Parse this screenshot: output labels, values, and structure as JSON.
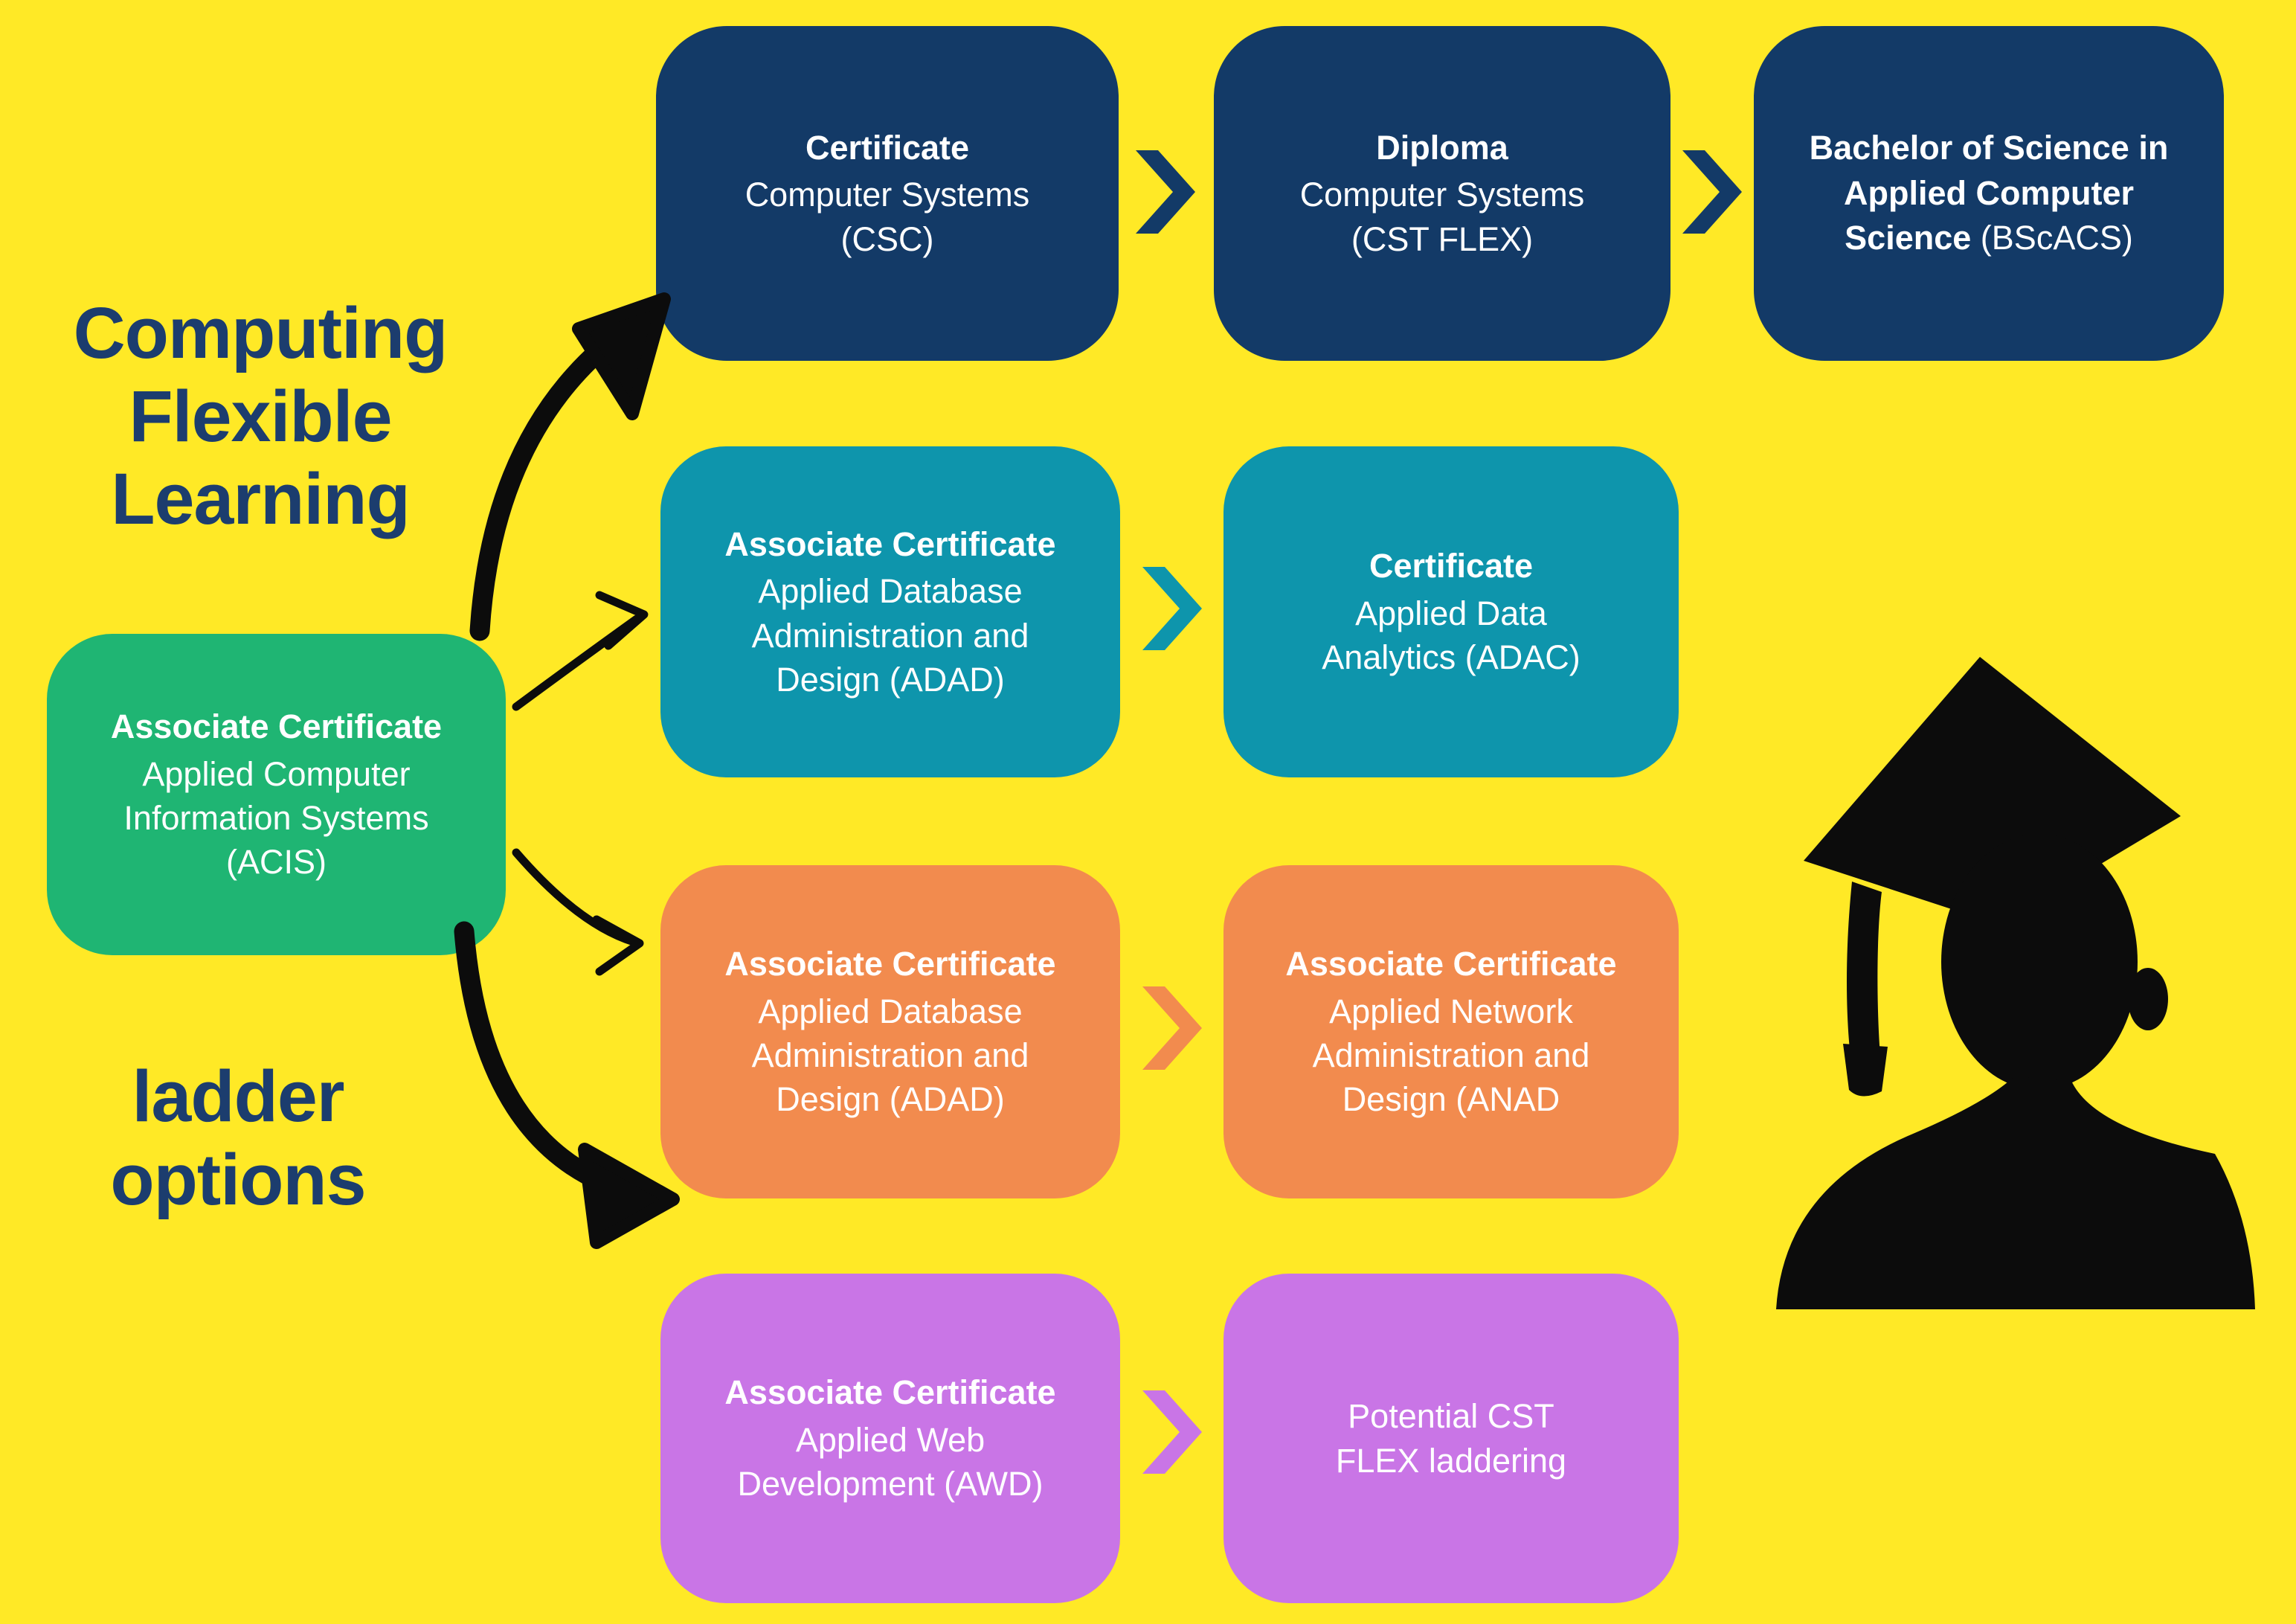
{
  "page": {
    "background": "#FFE926"
  },
  "headings": {
    "color": "#1C3D6E",
    "top_label": "Computing\nFlexible\nLearning",
    "bottom_label": "ladder\noptions"
  },
  "source_box": {
    "color": "#1FB573",
    "title": "Associate Certificate",
    "body": "Applied Computer\nInformation Systems\n(ACIS)"
  },
  "rows": [
    {
      "name": "navy-pathway",
      "color": "#133A67",
      "boxes": [
        {
          "title": "Certificate",
          "body": "Computer Systems\n(CSC)"
        },
        {
          "title": "Diploma",
          "body": "Computer Systems\n(CST FLEX)"
        },
        {
          "line1": "Bachelor of Science in",
          "line2": "Applied Computer",
          "line3_bold": "Science",
          "line3_reg": " (BScACS)"
        }
      ]
    },
    {
      "name": "teal-pathway",
      "color": "#0E95AC",
      "boxes": [
        {
          "title": "Associate Certificate",
          "body": "Applied Database\nAdministration and\nDesign (ADAD)"
        },
        {
          "title": "Certificate",
          "body": "Applied Data\nAnalytics (ADAC)"
        }
      ]
    },
    {
      "name": "orange-pathway",
      "color": "#F28B4E",
      "boxes": [
        {
          "title": "Associate Certificate",
          "body": "Applied Database\nAdministration and\nDesign (ADAD)"
        },
        {
          "title": "Associate Certificate",
          "body": "Applied Network\nAdministration and\nDesign (ANAD"
        }
      ]
    },
    {
      "name": "purple-pathway",
      "color": "#C975E6",
      "boxes": [
        {
          "title": "Associate Certificate",
          "body": "Applied Web\nDevelopment (AWD)"
        },
        {
          "title": "",
          "body": "Potential CST\nFLEX laddering"
        }
      ]
    }
  ],
  "arrows": {
    "color": "#0C0C0C"
  },
  "silhouette": {
    "color": "#0C0C0C",
    "icon": "graduate-silhouette"
  },
  "text_color_on_boxes": "#FFFFFF"
}
